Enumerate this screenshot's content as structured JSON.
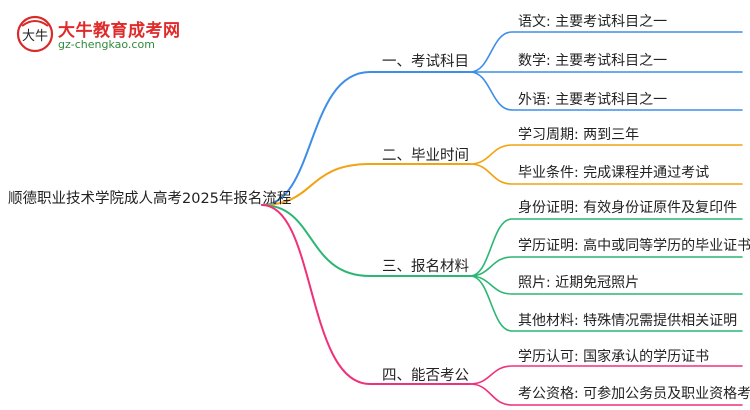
{
  "logo": {
    "title": "大牛教育成考网",
    "url": "gz-chengkao.com",
    "mark_text": "大牛"
  },
  "root": "顺德职业技术学院成人高考2025年报名流程",
  "branches": [
    {
      "label": "一、考试科目",
      "color": "#3d8ee8",
      "leaves": [
        "语文: 主要考试科目之一",
        "数学: 主要考试科目之一",
        "外语: 主要考试科目之一"
      ]
    },
    {
      "label": "二、毕业时间",
      "color": "#f2a311",
      "leaves": [
        "学习周期: 两到三年",
        "毕业条件: 完成课程并通过考试"
      ]
    },
    {
      "label": "三、报名材料",
      "color": "#2bb673",
      "leaves": [
        "身份证明: 有效身份证原件及复印件",
        "学历证明: 高中或同等学历的毕业证书",
        "照片: 近期免冠照片",
        "其他材料: 特殊情况需提供相关证明"
      ]
    },
    {
      "label": "四、能否考公",
      "color": "#f0307a",
      "leaves": [
        "学历认可: 国家承认的学历证书",
        "考公资格: 可参加公务员及职业资格考试"
      ]
    }
  ]
}
